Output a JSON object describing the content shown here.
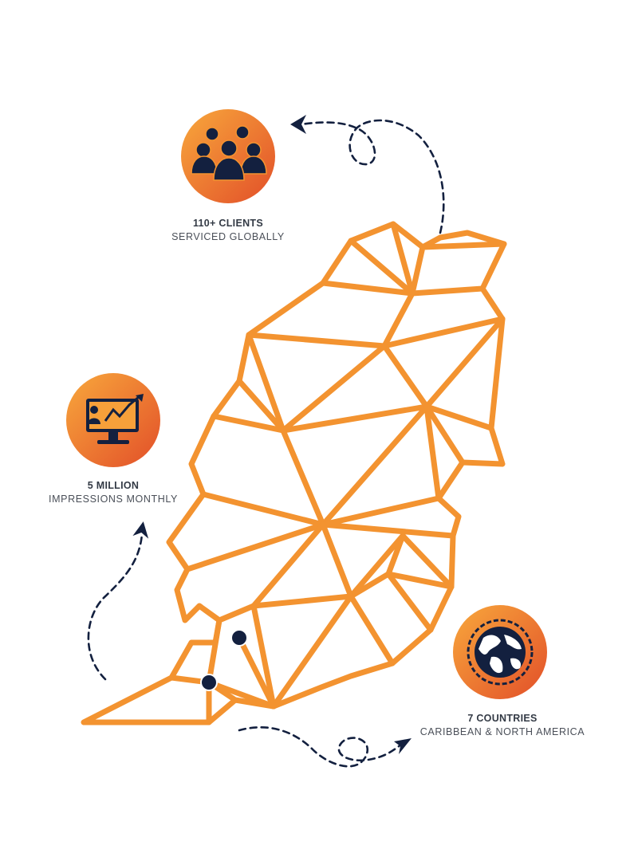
{
  "stats": {
    "clients": {
      "value": "110+ CLIENTS",
      "description": "SERVICED GLOBALLY",
      "icon": "people-group-icon"
    },
    "impressions": {
      "value": "5 MILLION",
      "description": "IMPRESSIONS MONTHLY",
      "icon": "monitor-growth-chart-icon"
    },
    "countries": {
      "value": "7 COUNTRIES",
      "description": "CARIBBEAN & NORTH AMERICA",
      "icon": "globe-icon"
    }
  },
  "map": {
    "icon": "island-polygon-map"
  },
  "colors": {
    "map_stroke": "#f39330",
    "circle_light": "#f7a03a",
    "circle_dark": "#e4582a",
    "navy": "#13203f",
    "text_dark": "#333a45",
    "text_muted": "#4a4f58"
  }
}
